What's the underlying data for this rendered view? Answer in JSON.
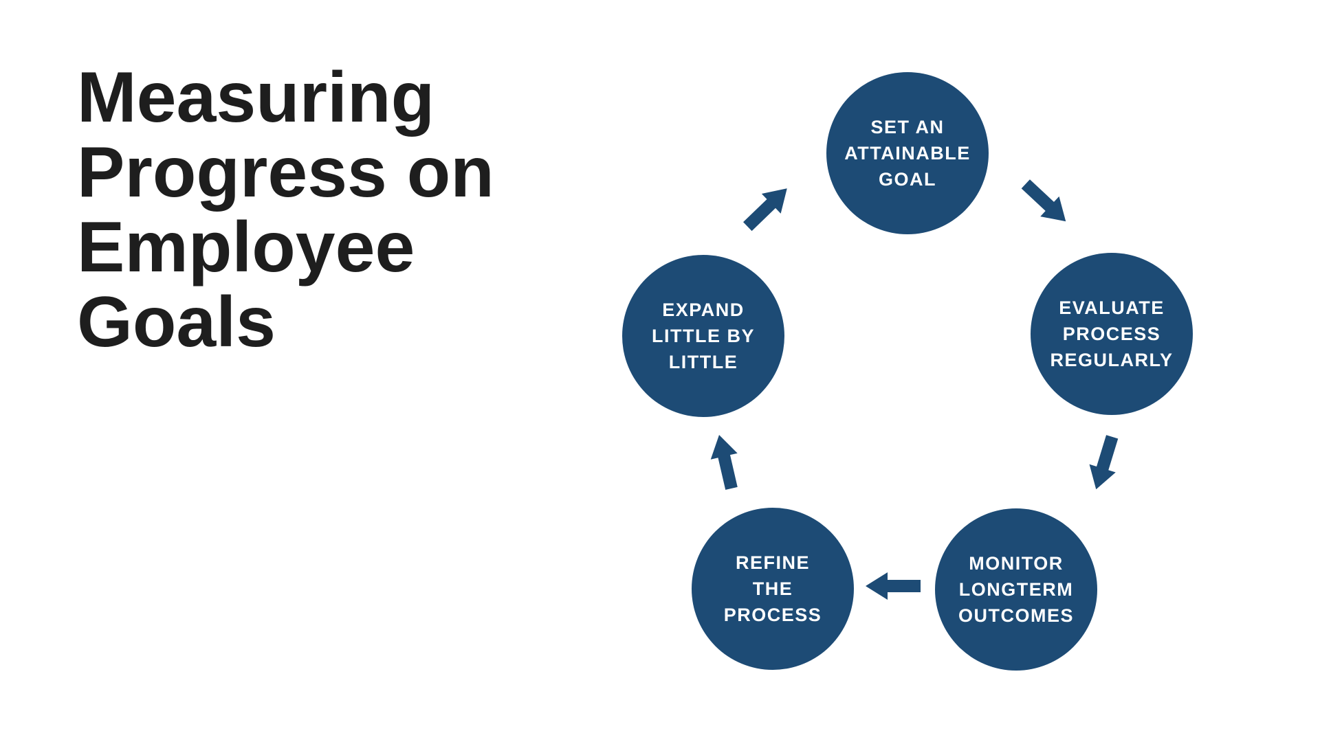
{
  "slide": {
    "background_color": "#ffffff"
  },
  "title": {
    "text": "Measuring Progress on Employee Goals",
    "lines": [
      "Measuring",
      "Progress on",
      "Employee Goals"
    ],
    "color": "#1e1e1e"
  },
  "cycle": {
    "circle_color": "#1d4b75",
    "label_color": "#ffffff",
    "steps": [
      {
        "name": "set-attainable-goal",
        "label": "SET AN\nATTAINABLE\nGOAL"
      },
      {
        "name": "evaluate-process-regularly",
        "label": "EVALUATE\nPROCESS\nREGULARLY"
      },
      {
        "name": "monitor-longterm-outcomes",
        "label": "MONITOR\nLONGTERM\nOUTCOMES"
      },
      {
        "name": "refine-the-process",
        "label": "REFINE\nTHE\nPROCESS"
      },
      {
        "name": "expand-little-by-little",
        "label": "EXPAND\nLITTLE BY\nLITTLE"
      }
    ],
    "arrows": [
      {
        "name": "arrow-expand-to-set",
        "from": "expand-little-by-little",
        "to": "set-attainable-goal"
      },
      {
        "name": "arrow-set-to-evaluate",
        "from": "set-attainable-goal",
        "to": "evaluate-process-regularly"
      },
      {
        "name": "arrow-evaluate-to-monitor",
        "from": "evaluate-process-regularly",
        "to": "monitor-longterm-outcomes"
      },
      {
        "name": "arrow-monitor-to-refine",
        "from": "monitor-longterm-outcomes",
        "to": "refine-the-process"
      },
      {
        "name": "arrow-refine-to-expand",
        "from": "refine-the-process",
        "to": "expand-little-by-little"
      }
    ]
  }
}
